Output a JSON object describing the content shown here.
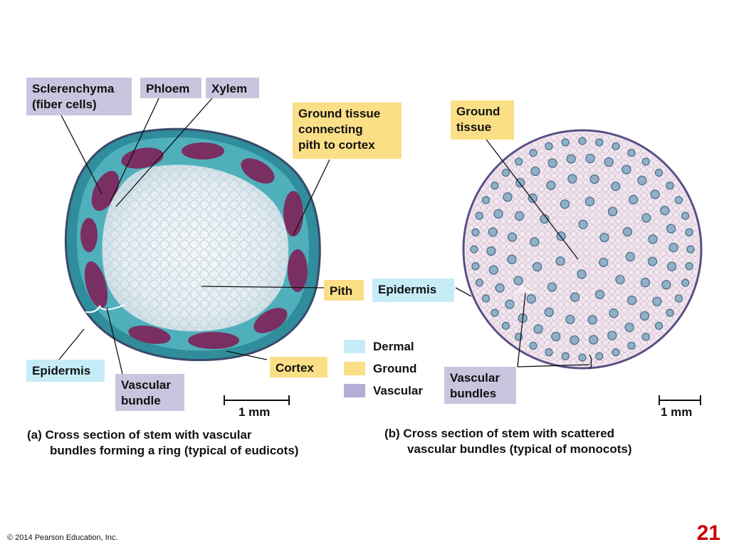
{
  "labels": {
    "sclerenchyma": "Sclerenchyma\n(fiber cells)",
    "phloem": "Phloem",
    "xylem": "Xylem",
    "ground_connecting": "Ground tissue\nconnecting\npith to cortex",
    "ground_tissue_b": "Ground\ntissue",
    "pith": "Pith",
    "epidermis_b": "Epidermis",
    "epidermis_a": "Epidermis",
    "cortex": "Cortex",
    "vascular_bundle": "Vascular\nbundle",
    "vascular_bundles": "Vascular\nbundles"
  },
  "legend": {
    "items": [
      {
        "label": "Dermal",
        "color": "#c6ecf8"
      },
      {
        "label": "Ground",
        "color": "#fbdf86"
      },
      {
        "label": "Vascular",
        "color": "#b3aed6"
      }
    ]
  },
  "scale_bars": {
    "a": "1 mm",
    "b": "1 mm"
  },
  "captions": {
    "a_line1": "(a) Cross section of stem with vascular",
    "a_line2": "bundles forming a ring (typical of eudicots)",
    "b_line1": "(b) Cross section of stem with scattered",
    "b_line2": "vascular bundles (typical of monocots)"
  },
  "footer": {
    "copyright": "© 2014 Pearson Education, Inc.",
    "page_number": "21"
  },
  "colors": {
    "vascular_label": "#c8c5df",
    "ground_label": "#fbdf86",
    "dermal_label": "#c6ecf8",
    "eudicot_cortex": "#3d9aa6",
    "eudicot_pith": "#eef3f6",
    "eudicot_bundle": "#7a2f62",
    "monocot_ground": "#f0e4ee",
    "monocot_bundle": "#6f8fa8",
    "page_number": "#cc0000"
  }
}
